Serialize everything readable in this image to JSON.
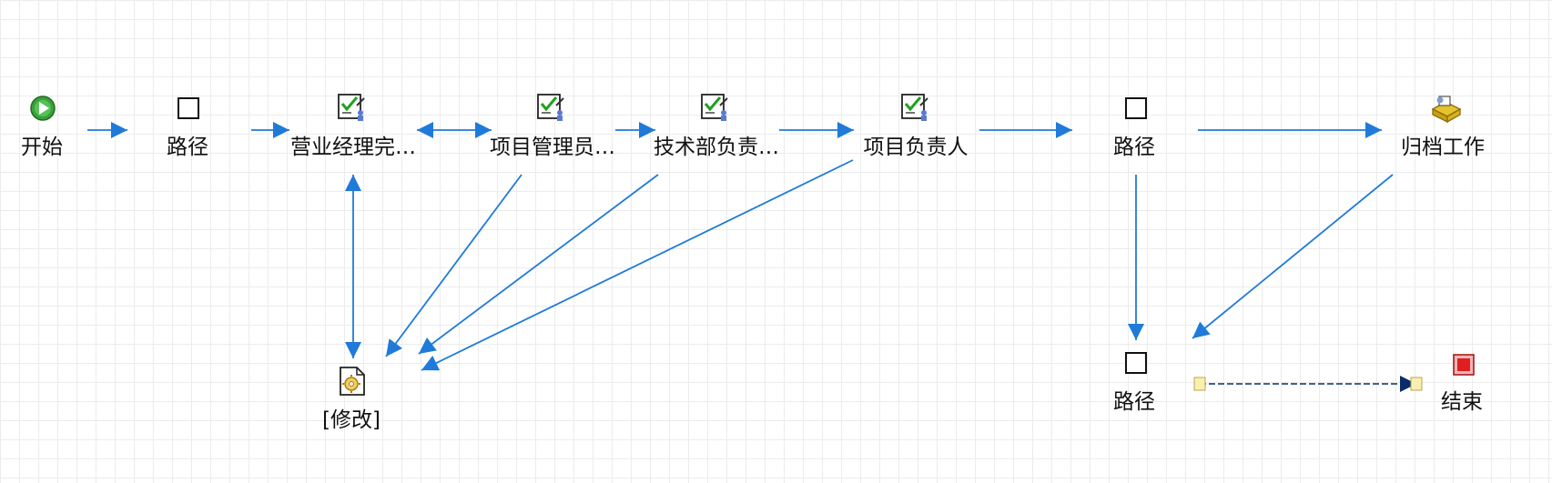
{
  "colors": {
    "edge": "#1f7ad9",
    "edge_selected": "#0a2d6a",
    "grid": "#ececec",
    "start": "#3aa03a",
    "end": "#e02020",
    "task_check": "#22a022",
    "archive": "#e6c22c"
  },
  "nodes": {
    "start": {
      "label": "开始",
      "icon": "start-play-icon"
    },
    "route1": {
      "label": "路径",
      "icon": "route-square-icon"
    },
    "sales_manager": {
      "label": "营业经理完…",
      "icon": "task-check-icon"
    },
    "project_admin": {
      "label": "项目管理员…",
      "icon": "task-check-icon"
    },
    "tech_head": {
      "label": "技术部负责…",
      "icon": "task-check-icon"
    },
    "project_lead": {
      "label": "项目负责人",
      "icon": "task-check-icon"
    },
    "route2": {
      "label": "路径",
      "icon": "route-square-icon"
    },
    "archive": {
      "label": "归档工作",
      "icon": "archive-printer-icon"
    },
    "modify": {
      "label": "[修改]",
      "icon": "modify-gear-icon"
    },
    "route3": {
      "label": "路径",
      "icon": "route-square-icon"
    },
    "end": {
      "label": "结束",
      "icon": "end-stop-icon"
    }
  }
}
